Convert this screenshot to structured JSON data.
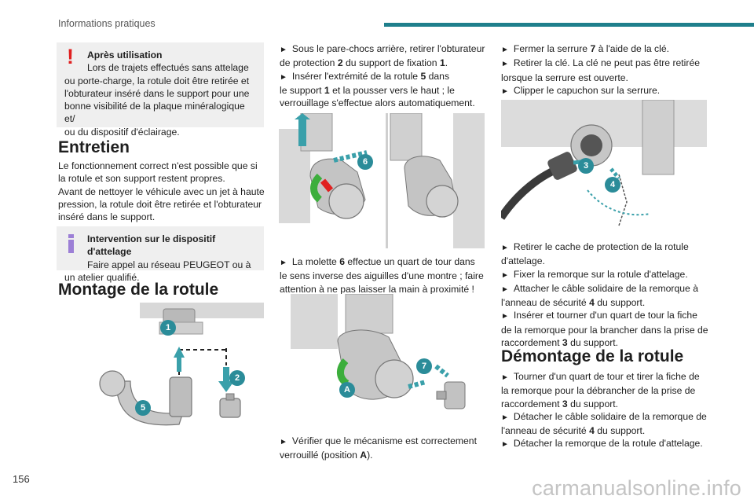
{
  "header": {
    "title": "Informations pratiques",
    "accent_color": "#1f7f8c"
  },
  "page_number": "156",
  "watermark": "carmanualsonline.info",
  "col1": {
    "warning_box": {
      "title": "Après utilisation",
      "lines": [
        "Lors de trajets effectués sans attelage",
        "ou porte-charge, la rotule doit être retirée et",
        "l'obturateur inséré dans le support pour une",
        "bonne visibilité de la plaque minéralogique et/",
        "ou du dispositif d'éclairage."
      ]
    },
    "entretien": {
      "heading": "Entretien",
      "lines": [
        "Le fonctionnement correct n'est possible que si",
        "la rotule et son support restent propres.",
        "Avant de nettoyer le véhicule avec un jet à haute",
        "pression, la rotule doit être retirée et l'obturateur",
        "inséré dans le support."
      ]
    },
    "info_box": {
      "title": "Intervention sur le dispositif d'attelage",
      "lines": [
        "Faire appel au réseau PEUGEOT ou à",
        "un atelier qualifié."
      ]
    },
    "montage_heading": "Montage de la rotule",
    "figure_badges": [
      "1",
      "2",
      "5"
    ]
  },
  "col2": {
    "step1_l1": "Sous le pare-chocs arrière, retirer l'obturateur",
    "step1_l2a": "de protection ",
    "step1_b1": "2",
    "step1_l2b": " du support de fixation ",
    "step1_b2": "1",
    "step1_l2c": ".",
    "step2_l1a": "Insérer l'extrémité de la rotule ",
    "step2_b1": "5",
    "step2_l1b": " dans",
    "step2_l2a": "le support ",
    "step2_b2": "1",
    "step2_l2b": " et la pousser vers le haut ; le",
    "step2_l3": "verrouillage s'effectue alors automatiquement.",
    "figure1_badges": [
      "6"
    ],
    "step3_l1a": "La molette ",
    "step3_b1": "6",
    "step3_l1b": " effectue un quart de tour dans",
    "step3_l2": "le sens inverse des aiguilles d'une montre ; faire",
    "step3_l3": "attention à ne pas laisser la main à proximité !",
    "figure2_badges": [
      "7",
      "A"
    ],
    "step4_l1": "Vérifier que le mécanisme est correctement",
    "step4_l2a": "verrouillé (position ",
    "step4_b1": "A",
    "step4_l2b": ")."
  },
  "col3": {
    "s1a": "Fermer la serrure ",
    "s1b": "7",
    "s1c": " à l'aide de la clé.",
    "s2_l1": "Retirer la clé. La clé ne peut pas être retirée",
    "s2_l2": "lorsque la serrure est ouverte.",
    "s3": "Clipper le capuchon sur la serrure.",
    "figure_badges": [
      "3",
      "4"
    ],
    "s4_l1": "Retirer le cache de protection de la rotule",
    "s4_l2": "d'attelage.",
    "s5": "Fixer la remorque sur la rotule d'attelage.",
    "s6_l1": "Attacher le câble solidaire de la remorque à",
    "s6_l2a": "l'anneau de sécurité ",
    "s6_b": "4",
    "s6_l2b": " du support.",
    "s7_l1": "Insérer et tourner d'un quart de tour la fiche",
    "s7_l2": "de la remorque pour la brancher dans la prise de",
    "s7_l3a": "raccordement ",
    "s7_b": "3",
    "s7_l3b": " du support.",
    "demontage_heading": "Démontage de la rotule",
    "d1_l1": "Tourner d'un quart de tour et tirer la fiche de",
    "d1_l2": "la remorque pour la débrancher de la prise de",
    "d1_l3a": "raccordement ",
    "d1_b": "3",
    "d1_l3b": " du support.",
    "d2_l1": "Détacher le câble solidaire de la remorque de",
    "d2_l2a": "l'anneau de sécurité ",
    "d2_b": "4",
    "d2_l2b": " du support.",
    "d3": "Détacher la remorque de la rotule d'attelage."
  },
  "step_marker": "►"
}
